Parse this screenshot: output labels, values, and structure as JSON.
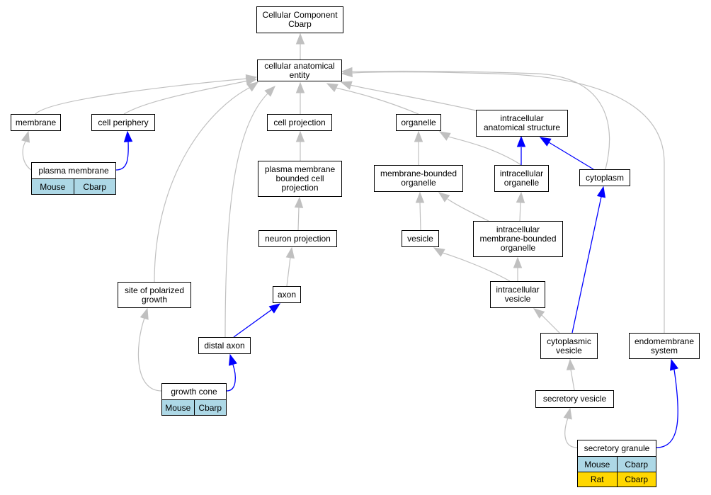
{
  "colors": {
    "grey_edge": "#c0c0c0",
    "blue_edge": "#0000ff",
    "mouse_cell": "#add8e6",
    "rat_cell": "#ffd700"
  },
  "nodes": {
    "cc_root": "Cellular Component\nCbarp",
    "cae": "cellular anatomical\nentity",
    "membrane": "membrane",
    "cell_periphery": "cell periphery",
    "cell_projection": "cell projection",
    "organelle": "organelle",
    "ias": "intracellular\nanatomical structure",
    "pmbcp": "plasma membrane\nbounded cell\nprojection",
    "mbo": "membrane-bounded\norganelle",
    "io": "intracellular\norganelle",
    "cytoplasm": "cytoplasm",
    "neuron_projection": "neuron projection",
    "vesicle": "vesicle",
    "imbo": "intracellular\nmembrane-bounded\norganelle",
    "spg": "site of polarized\ngrowth",
    "axon": "axon",
    "iv": "intracellular\nvesicle",
    "distal_axon": "distal axon",
    "cv": "cytoplasmic\nvesicle",
    "endomembrane": "endomembrane\nsystem",
    "sv": "secretory vesicle"
  },
  "tables": {
    "plasma_membrane": {
      "title": "plasma membrane",
      "rows": [
        [
          "Mouse",
          "Cbarp"
        ]
      ]
    },
    "growth_cone": {
      "title": "growth cone",
      "rows": [
        [
          "Mouse",
          "Cbarp"
        ]
      ]
    },
    "secretory_granule": {
      "title": "secretory granule",
      "rows": [
        [
          "Mouse",
          "Cbarp"
        ],
        [
          "Rat",
          "Cbarp"
        ]
      ]
    }
  }
}
